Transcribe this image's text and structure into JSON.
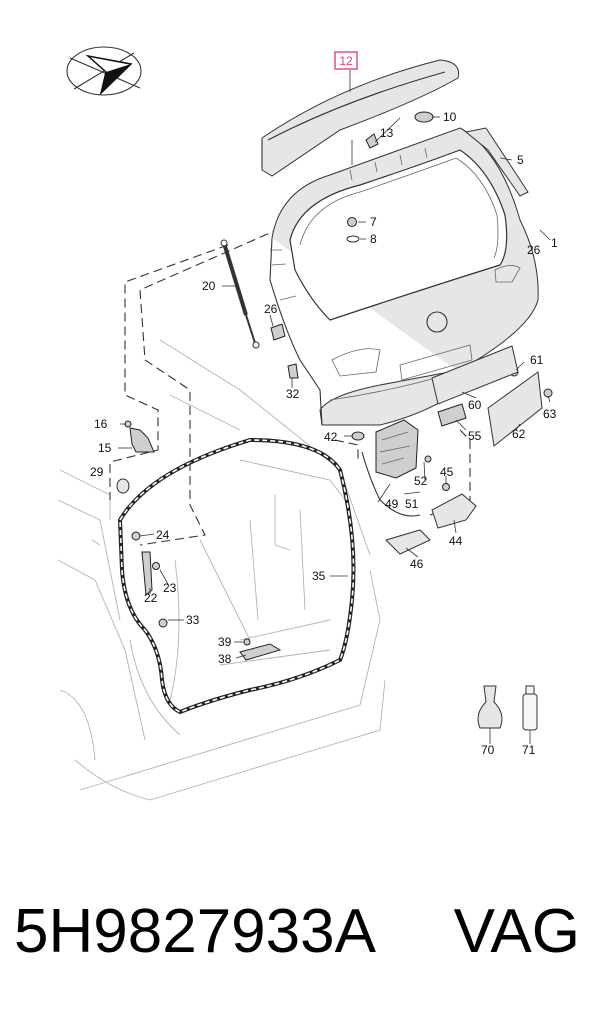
{
  "diagram": {
    "callouts": {
      "c1": "1",
      "c5": "5",
      "c7": "7",
      "c8": "8",
      "c10": "10",
      "c12": "12",
      "c13": "13",
      "c15": "15",
      "c16": "16",
      "c20": "20",
      "c22": "22",
      "c23": "23",
      "c24": "24",
      "c26a": "26",
      "c26b": "26",
      "c29": "29",
      "c32": "32",
      "c33": "33",
      "c35": "35",
      "c38": "38",
      "c39": "39",
      "c42": "42",
      "c44": "44",
      "c45": "45",
      "c46": "46",
      "c49": "49",
      "c51": "51",
      "c52": "52",
      "c55": "55",
      "c60": "60",
      "c61": "61",
      "c62": "62",
      "c63": "63",
      "c70": "70",
      "c71": "71"
    },
    "highlighted_callout": "12",
    "colors": {
      "highlight": "#e0457b",
      "ink": "#111111",
      "background": "#ffffff"
    }
  },
  "footer": {
    "part_number": "5H9827933A",
    "brand": "VAG"
  }
}
